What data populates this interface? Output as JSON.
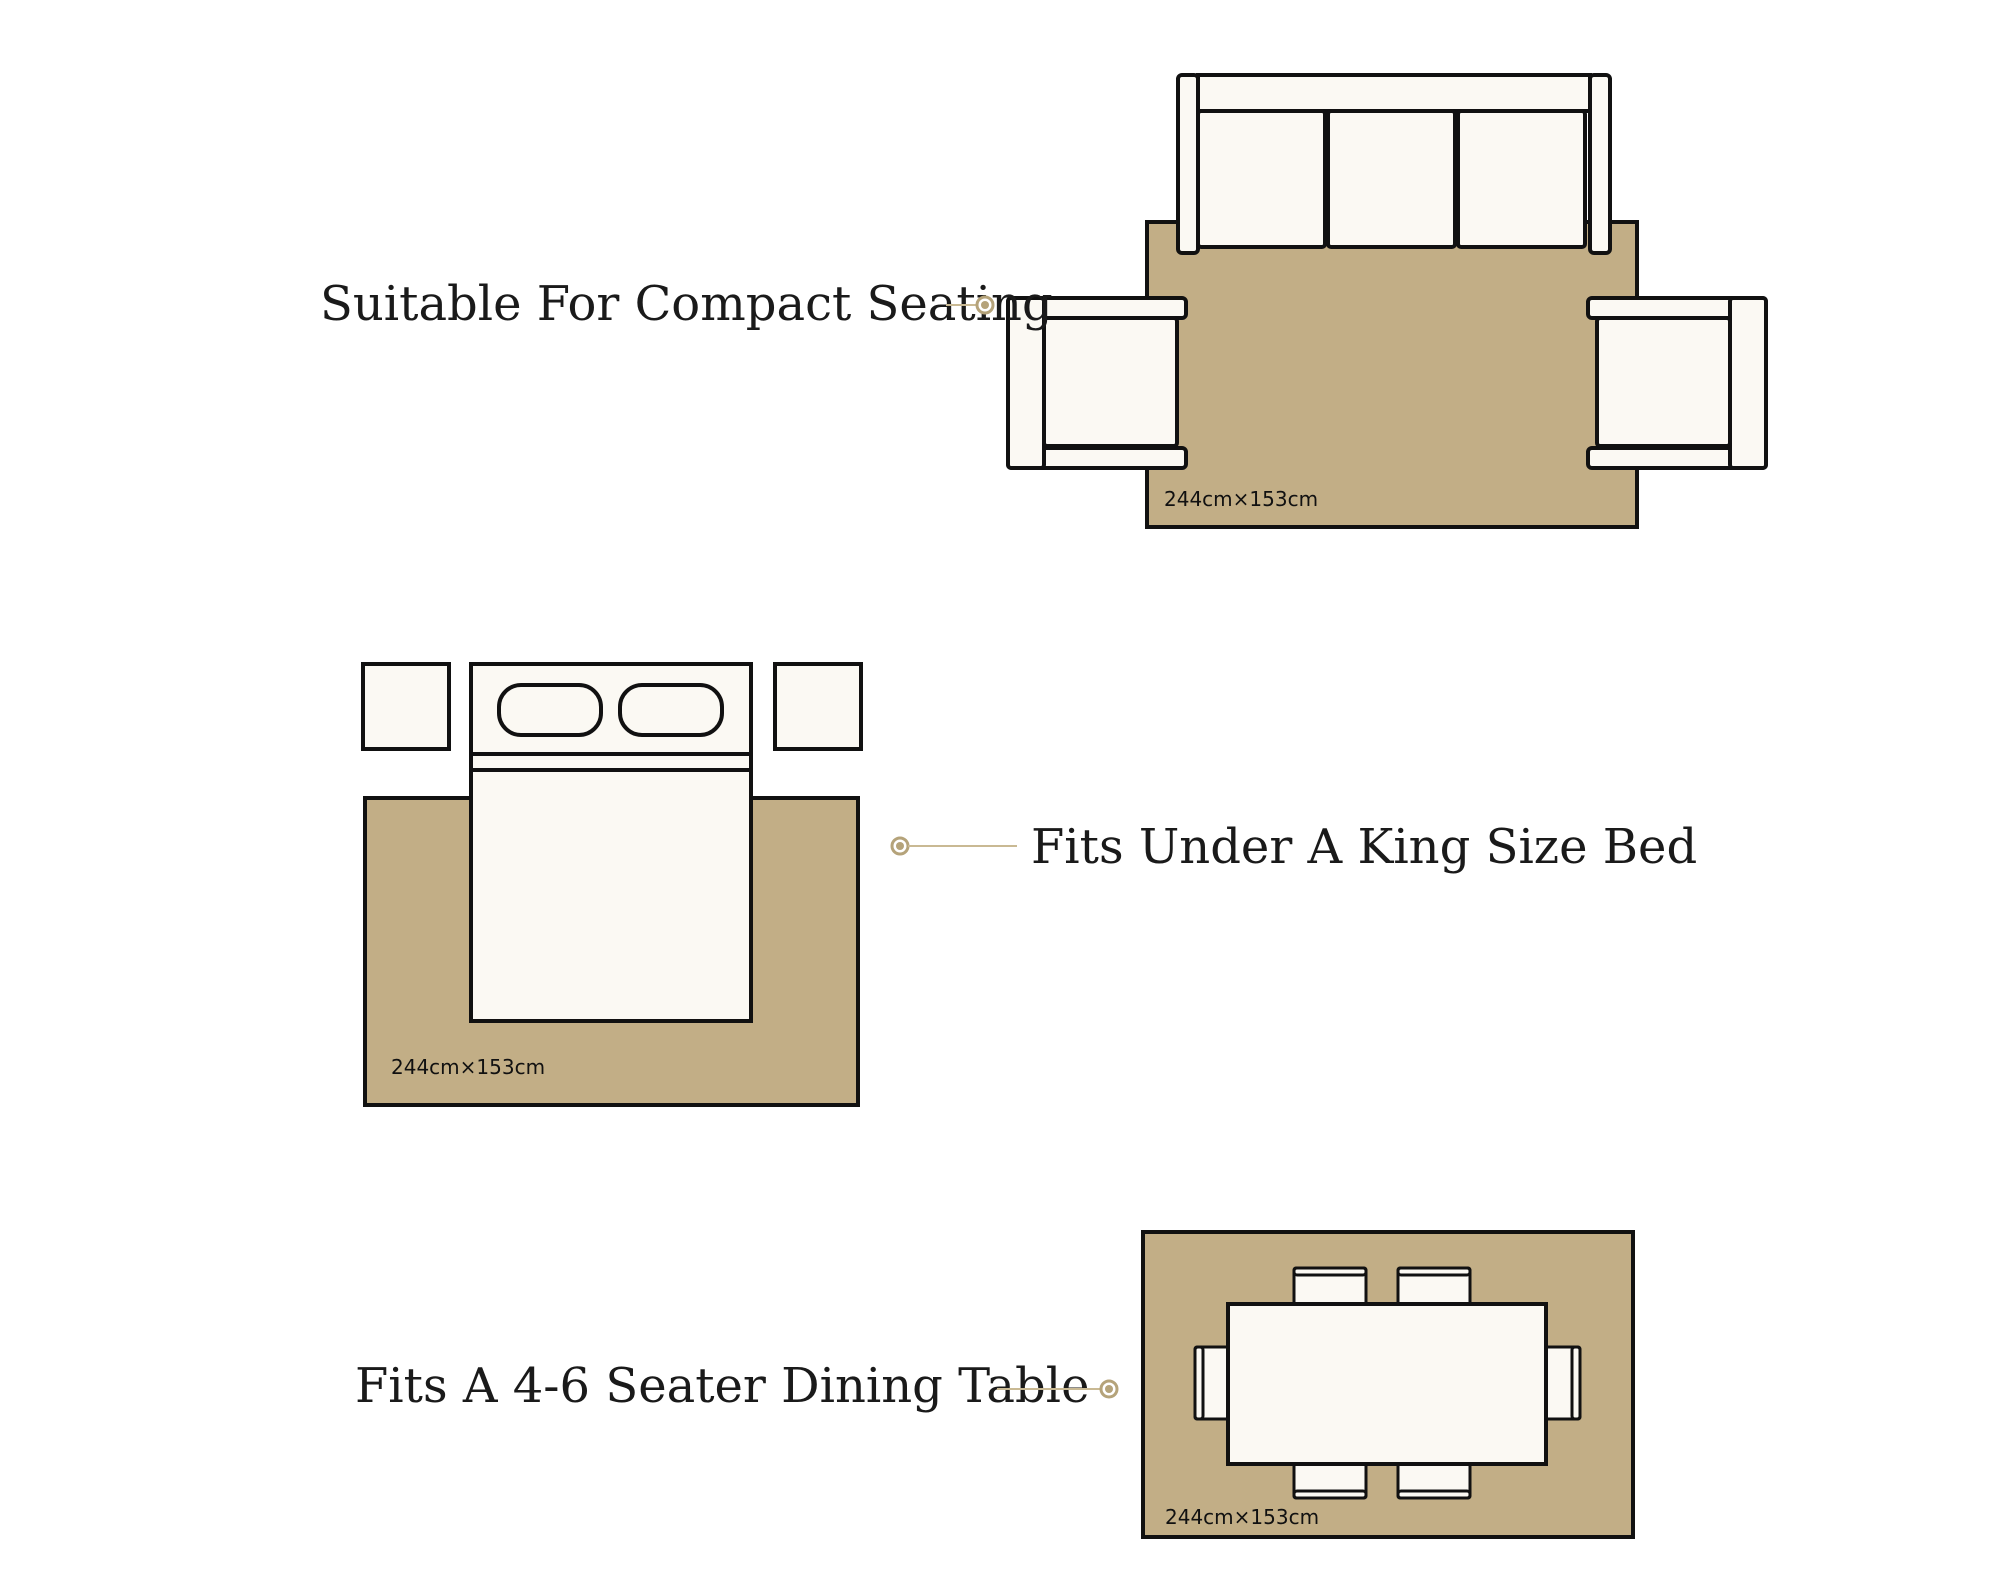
{
  "colors": {
    "rug": "#c2ae86",
    "furniture": "#fbf9f3",
    "outline": "#111111",
    "accent": "#b5a37a"
  },
  "sections": [
    {
      "caption": "Suitable For Compact Seating",
      "rug_size": "244cm×153cm"
    },
    {
      "caption": "Fits Under A King Size Bed",
      "rug_size": "244cm×153cm"
    },
    {
      "caption": "Fits A 4-6 Seater Dining Table",
      "rug_size": "244cm×153cm"
    }
  ]
}
